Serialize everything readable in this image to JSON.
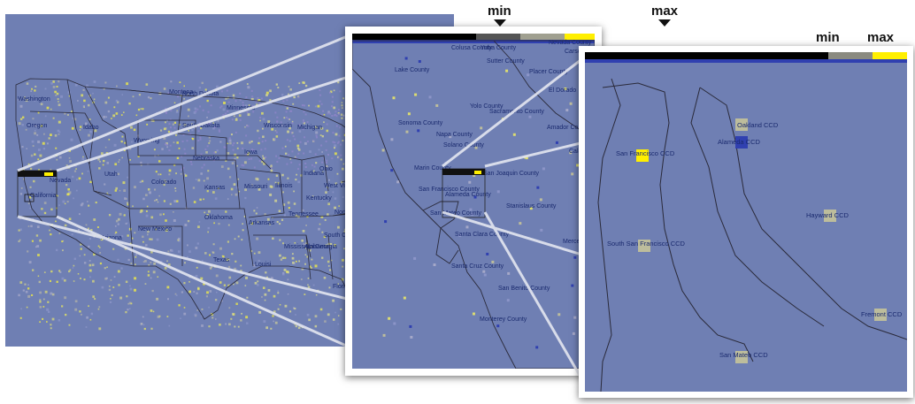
{
  "colors": {
    "map_bg": "#6f7fb3",
    "low": "#3040b0",
    "high": "#ffef00",
    "mid": "#bdbd9c",
    "border": "#2a2a3a"
  },
  "legend_main": {
    "min_label": "min",
    "max_label": "max"
  },
  "legend_sf": {
    "min_label": "min",
    "max_label": "max"
  },
  "us_labels": [
    "Washington",
    "Oregon",
    "Idaho",
    "Montana",
    "North Dakota",
    "South Dakota",
    "Minnesota",
    "Wisconsin",
    "Michigan",
    "Wyoming",
    "Nebraska",
    "Iowa",
    "Nevada",
    "Utah",
    "Colorado",
    "Kansas",
    "Missouri",
    "Illinois",
    "Indiana",
    "Ohio",
    "West Vi",
    "Kentucky",
    "California",
    "Arizona",
    "New Mexico",
    "Oklahoma",
    "Arkansas",
    "Tennessee",
    "North",
    "South Carol",
    "Texas",
    "Mississippi",
    "Alabama",
    "Georgia",
    "Louisi",
    "Florida"
  ],
  "ca_labels": [
    "Colusa County",
    "Yuba County",
    "Nevada County",
    "Sutter County",
    "Carson City",
    "Lake County",
    "Placer County",
    "El Dorado",
    "Yolo County",
    "Sacramento County",
    "Sonoma County",
    "Napa County",
    "Amador Co",
    "Solano County",
    "Calave",
    "Marin County",
    "San Joaquin County",
    "San Francisco County",
    "Alameda County",
    "San Mateo County",
    "Stanislaus County",
    "Santa Clara County",
    "Merced Co",
    "Santa Cruz County",
    "San Benito County",
    "Monterey County"
  ],
  "sf_labels": [
    "Oakland CCD",
    "San Francisco CCD",
    "Alameda CCD",
    "Hayward CCD",
    "South San Francisco CCD",
    "Fremont CCD",
    "San Mateo CCD"
  ]
}
